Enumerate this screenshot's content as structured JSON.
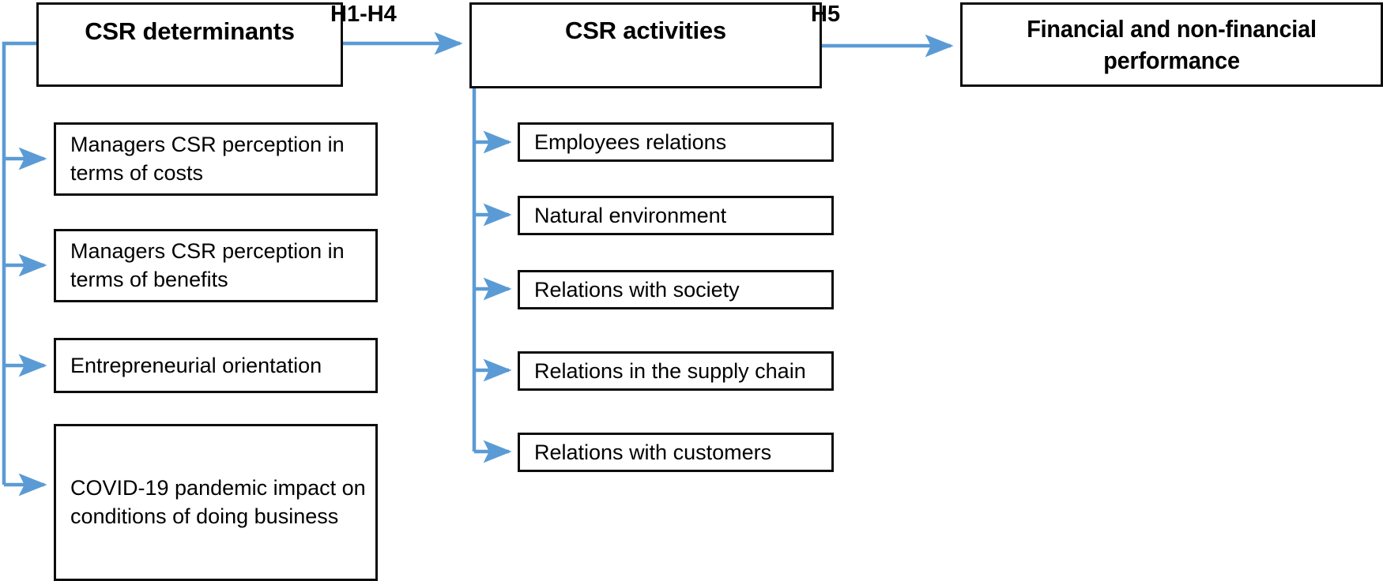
{
  "diagram": {
    "title": "CSR research conceptual model",
    "accent_color": "#5B9BD5",
    "border_color": "#0D0D0D",
    "background_color": "#FFFFFF"
  },
  "headers": {
    "determinants": "CSR determinants",
    "activities": "CSR activities",
    "performance": "Financial and non-financial performance"
  },
  "hypotheses": {
    "h1_h4": "H1-H4",
    "h5": "H5"
  },
  "determinants_items": [
    {
      "label": "Managers CSR perception in terms of costs"
    },
    {
      "label": "Managers CSR perception in terms of benefits"
    },
    {
      "label": "Entrepreneurial orientation"
    },
    {
      "label": "COVID-19 pandemic impact on conditions of doing business"
    }
  ],
  "activities_items": [
    {
      "label": "Employees relations"
    },
    {
      "label": "Natural environment"
    },
    {
      "label": "Relations with society"
    },
    {
      "label": "Relations in the supply chain"
    },
    {
      "label": "Relations with customers"
    }
  ],
  "chart_data": {
    "type": "diagram",
    "title": "CSR research conceptual model",
    "nodes": [
      {
        "id": "determinants",
        "label": "CSR determinants",
        "level": "header",
        "column": 1
      },
      {
        "id": "activities",
        "label": "CSR activities",
        "level": "header",
        "column": 2
      },
      {
        "id": "performance",
        "label": "Financial and non-financial performance",
        "level": "header",
        "column": 3
      },
      {
        "id": "det-1",
        "label": "Managers CSR perception in terms of costs",
        "level": "leaf",
        "column": 1
      },
      {
        "id": "det-2",
        "label": "Managers CSR perception in terms of benefits",
        "level": "leaf",
        "column": 1
      },
      {
        "id": "det-3",
        "label": "Entrepreneurial orientation",
        "level": "leaf",
        "column": 1
      },
      {
        "id": "det-4",
        "label": "COVID-19 pandemic impact on conditions of doing business",
        "level": "leaf",
        "column": 1
      },
      {
        "id": "act-1",
        "label": "Employees relations",
        "level": "leaf",
        "column": 2
      },
      {
        "id": "act-2",
        "label": "Natural environment",
        "level": "leaf",
        "column": 2
      },
      {
        "id": "act-3",
        "label": "Relations with society",
        "level": "leaf",
        "column": 2
      },
      {
        "id": "act-4",
        "label": "Relations in the supply chain",
        "level": "leaf",
        "column": 2
      },
      {
        "id": "act-5",
        "label": "Relations with customers",
        "level": "leaf",
        "column": 2
      }
    ],
    "edges": [
      {
        "from": "determinants",
        "to": "activities",
        "label": "H1-H4"
      },
      {
        "from": "activities",
        "to": "performance",
        "label": "H5"
      },
      {
        "from": "determinants",
        "to": "det-1",
        "label": ""
      },
      {
        "from": "determinants",
        "to": "det-2",
        "label": ""
      },
      {
        "from": "determinants",
        "to": "det-3",
        "label": ""
      },
      {
        "from": "determinants",
        "to": "det-4",
        "label": ""
      },
      {
        "from": "activities",
        "to": "act-1",
        "label": ""
      },
      {
        "from": "activities",
        "to": "act-2",
        "label": ""
      },
      {
        "from": "activities",
        "to": "act-3",
        "label": ""
      },
      {
        "from": "activities",
        "to": "act-4",
        "label": ""
      },
      {
        "from": "activities",
        "to": "act-5",
        "label": ""
      }
    ]
  }
}
